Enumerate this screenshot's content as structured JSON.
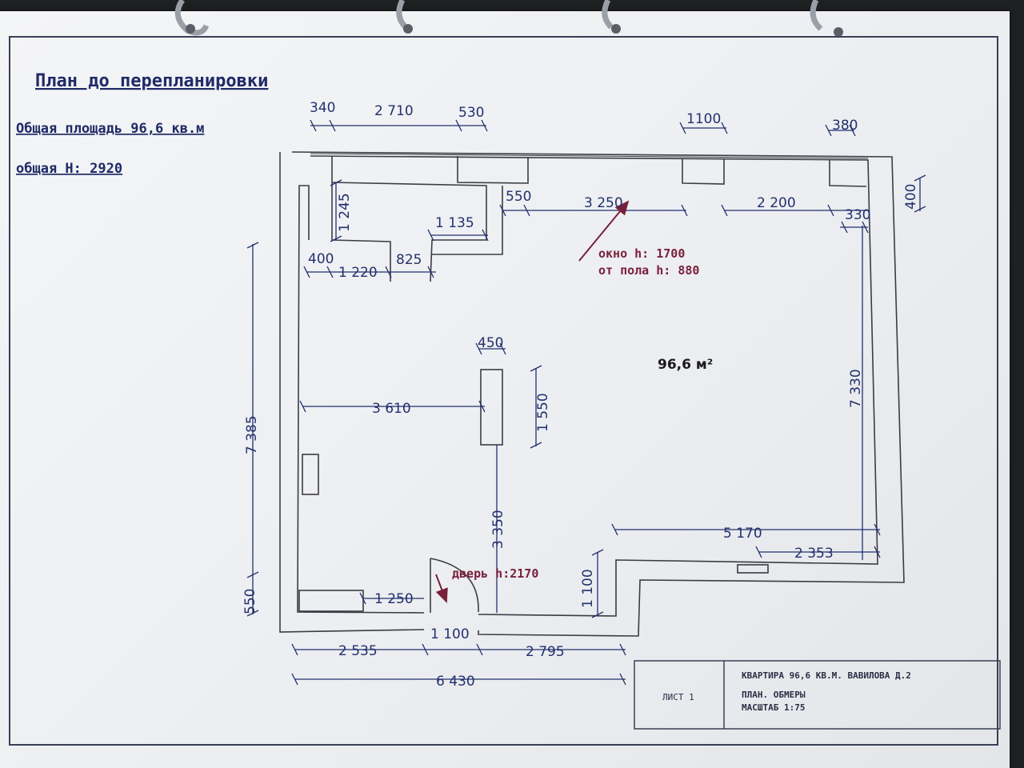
{
  "header": {
    "title": "План до перепланировки",
    "total_area": "Общая площадь 96,6 кв.м",
    "height": "общая Н: 2920"
  },
  "area_label": "96,6 м²",
  "notes": {
    "window_line1": "окно h: 1700",
    "window_line2": "от пола h: 880",
    "door": "дверь h:2170"
  },
  "dims": {
    "top_340": "340",
    "top_2710": "2 710",
    "top_530": "530",
    "top_1100": "1100",
    "top_380": "380",
    "right_400": "400",
    "d_550": "550",
    "d_3250": "3 250",
    "d_2200": "2 200",
    "d_330": "330",
    "d_1245": "1 245",
    "d_1135": "1 135",
    "d_400": "400",
    "d_1220": "1 220",
    "d_825": "825",
    "d_450": "450",
    "d_1550": "1 550",
    "d_3610": "3 610",
    "d_7385": "7 385",
    "d_7330": "7 330",
    "d_3350": "3 350",
    "d_5170": "5 170",
    "d_2353": "2 353",
    "d_1100_vert": "1 100",
    "d_1250": "1 250",
    "d_550_left": "550",
    "d_1100_bottom": "1 100",
    "d_2535": "2 535",
    "d_2795": "2 795",
    "d_6430": "6 430"
  },
  "title_block": {
    "sheet": "ЛИСТ 1",
    "line1": "КВАРТИРА 96,6 КВ.М. ВАВИЛОВА Д.2",
    "line2": "ПЛАН. ОБМЕРЫ",
    "line3": "МАСШТАБ 1:75"
  }
}
